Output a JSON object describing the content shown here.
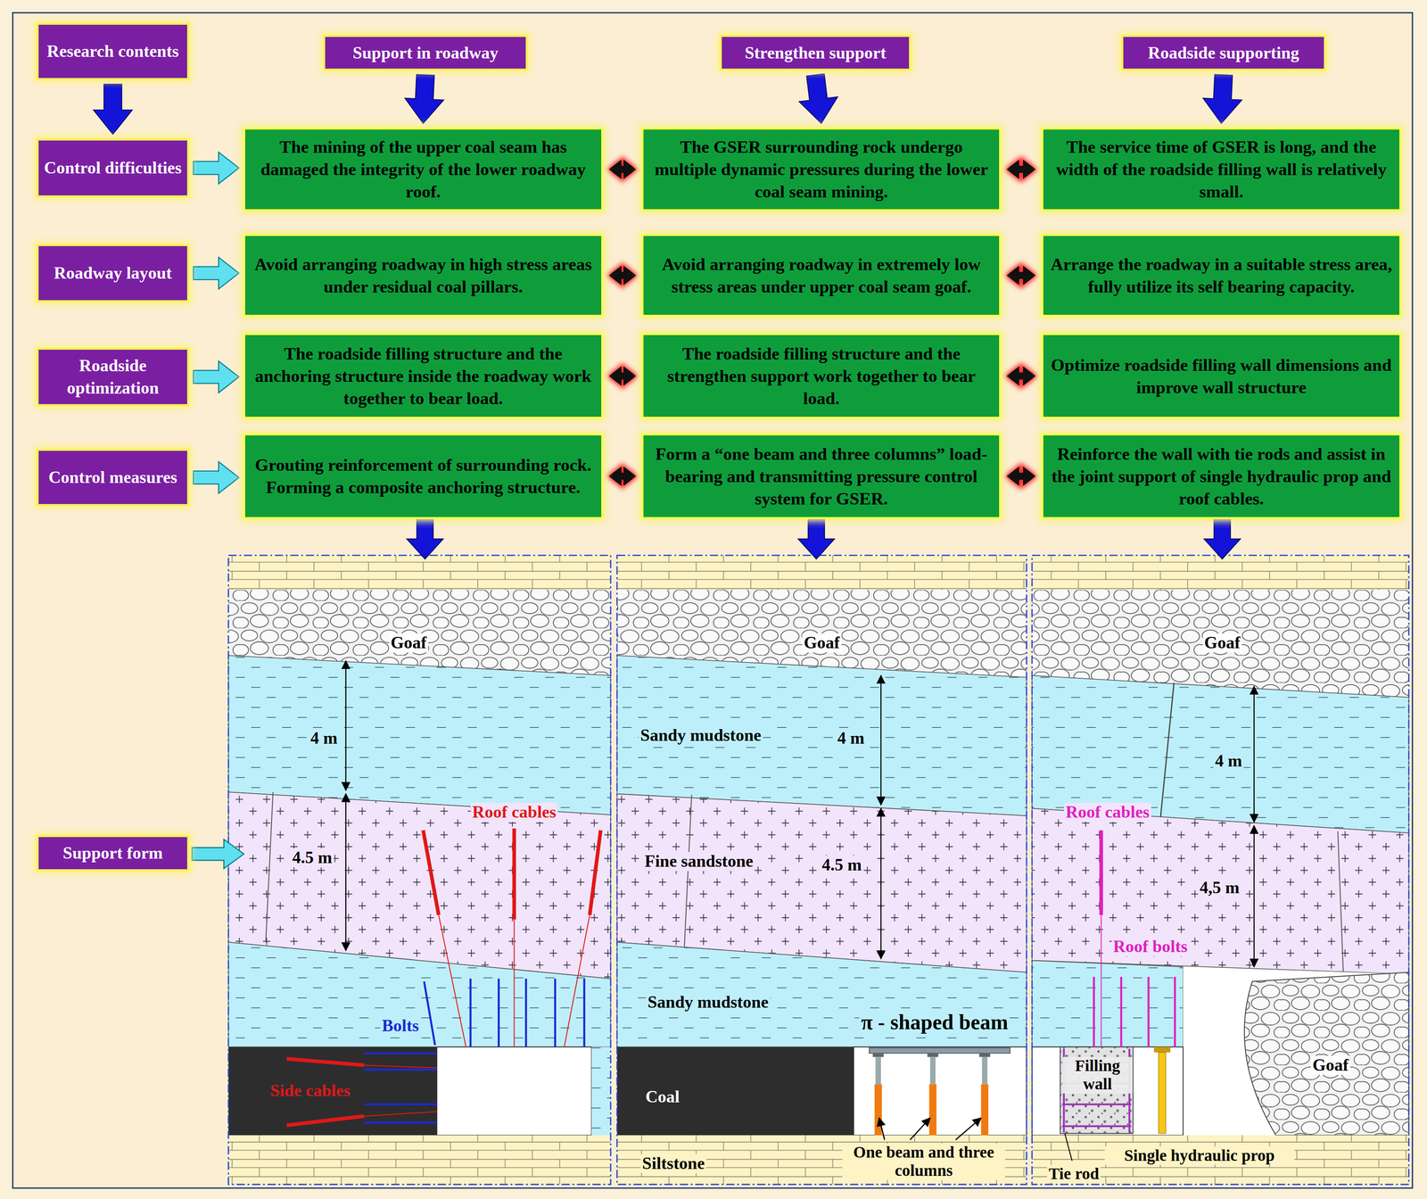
{
  "diagram": {
    "nodes": [
      {
        "text": [
          "Research contents"
        ]
      },
      {
        "text": [
          "Support in roadway"
        ]
      },
      {
        "text": [
          "Strengthen support"
        ]
      },
      {
        "text": [
          "Roadside supporting"
        ]
      },
      {
        "text": [
          "Control difficulties"
        ]
      },
      {
        "text": [
          "The mining of the upper coal seam has damaged the integrity of the lower roadway roof."
        ]
      },
      {
        "text": [
          "The GSER surrounding rock undergo multiple dynamic pressures during the lower coal seam mining."
        ]
      },
      {
        "text": [
          "The service time of GSER is long, and the width of the roadside filling wall is relatively small."
        ]
      },
      {
        "text": [
          "Roadway layout"
        ]
      },
      {
        "text": [
          "Avoid arranging roadway in high stress areas under residual coal pillars."
        ]
      },
      {
        "text": [
          "Avoid arranging roadway in extremely low stress areas under upper coal seam goaf."
        ]
      },
      {
        "text": [
          "Arrange the roadway in a suitable stress area, fully utilize its self bearing capacity."
        ]
      },
      {
        "text": [
          "Roadside optimization"
        ]
      },
      {
        "text": [
          "The roadside filling structure and the anchoring structure inside the roadway work together to bear load."
        ]
      },
      {
        "text": [
          "The roadside filling structure and the strengthen support work together to bear load."
        ]
      },
      {
        "text": [
          "Optimize roadside filling wall dimensions and improve wall structure"
        ]
      },
      {
        "text": [
          "Control measures"
        ]
      },
      {
        "text": [
          "Grouting reinforcement of surrounding rock. Forming a composite anchoring structure."
        ]
      },
      {
        "text": [
          "Form a “one beam and three columns” load-bearing and transmitting pressure control system for GSER."
        ]
      },
      {
        "text": [
          "Reinforce the wall with tie rods and assist in the joint support of single hydraulic prop and roof cables."
        ]
      },
      {
        "text": [
          "Support form"
        ]
      }
    ],
    "edges": [
      {
        "from": 0,
        "to": 4,
        "arrow": "to"
      },
      {
        "from": 1,
        "to": 5,
        "arrow": "to"
      },
      {
        "from": 2,
        "to": 6,
        "arrow": "to"
      },
      {
        "from": 3,
        "to": 7,
        "arrow": "to"
      },
      {
        "from": 4,
        "to": 5,
        "arrow": "to"
      },
      {
        "from": 5,
        "to": 6,
        "arrow": "both"
      },
      {
        "from": 6,
        "to": 7,
        "arrow": "both"
      },
      {
        "from": 8,
        "to": 9,
        "arrow": "to"
      },
      {
        "from": 9,
        "to": 10,
        "arrow": "both"
      },
      {
        "from": 10,
        "to": 11,
        "arrow": "both"
      },
      {
        "from": 12,
        "to": 13,
        "arrow": "to"
      },
      {
        "from": 13,
        "to": 14,
        "arrow": "both"
      },
      {
        "from": 14,
        "to": 15,
        "arrow": "both"
      },
      {
        "from": 16,
        "to": 17,
        "arrow": "to"
      },
      {
        "from": 17,
        "to": 18,
        "arrow": "both"
      },
      {
        "from": 18,
        "to": 19,
        "arrow": "both"
      }
    ],
    "labels": [
      "Goaf",
      "4 m",
      "4.5 m",
      "Roof cables",
      "Bolts",
      "Side cables",
      "Goaf",
      "Sandy mudstone",
      "4 m",
      "Fine sandstone",
      "4.5 m",
      "Sandy mudstone",
      "π - shaped beam",
      "Coal",
      "Siltstone",
      "One beam and three columns",
      "Goaf",
      "Roof cables",
      "4 m",
      "4,5 m",
      "Roof bolts",
      "Goaf",
      "Filling wall",
      "Single hydraulic prop",
      "Tie rod"
    ]
  }
}
